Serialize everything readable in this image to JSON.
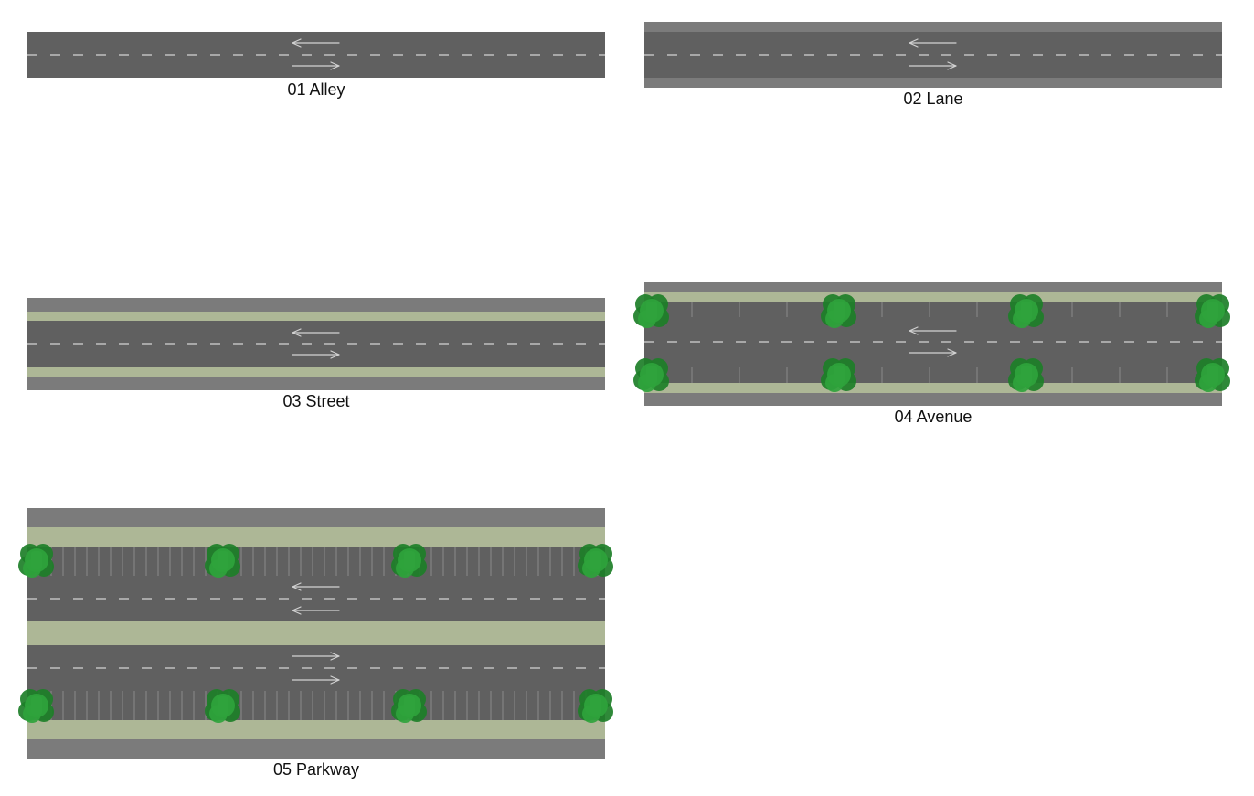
{
  "colors": {
    "asphalt": "#606060",
    "sidewalk": "#7b7b7b",
    "verge": "#adb796",
    "marking": "#d2d2d2",
    "parking_line": "#8a8a8a",
    "tree_dark": "#1d7f28",
    "tree_light": "#2fa33c",
    "label": "#111111"
  },
  "roads": [
    {
      "label": "01 Alley",
      "sidewalks": false,
      "verges": false,
      "trees": false,
      "parking": false,
      "median": false,
      "arrows": [
        "left",
        "right"
      ]
    },
    {
      "label": "02 Lane",
      "sidewalks": true,
      "verges": false,
      "trees": false,
      "parking": false,
      "median": false,
      "arrows": [
        "left",
        "right"
      ]
    },
    {
      "label": "03 Street",
      "sidewalks": true,
      "verges": true,
      "trees": false,
      "parking": false,
      "median": false,
      "arrows": [
        "left",
        "right"
      ]
    },
    {
      "label": "04 Avenue",
      "sidewalks": true,
      "verges": true,
      "trees": true,
      "parking": true,
      "median": false,
      "arrows": [
        "left",
        "right"
      ]
    },
    {
      "label": "05 Parkway",
      "sidewalks": true,
      "verges": true,
      "trees": true,
      "parking": true,
      "median": true,
      "arrows": [
        "left",
        "left",
        "right",
        "right"
      ]
    }
  ]
}
